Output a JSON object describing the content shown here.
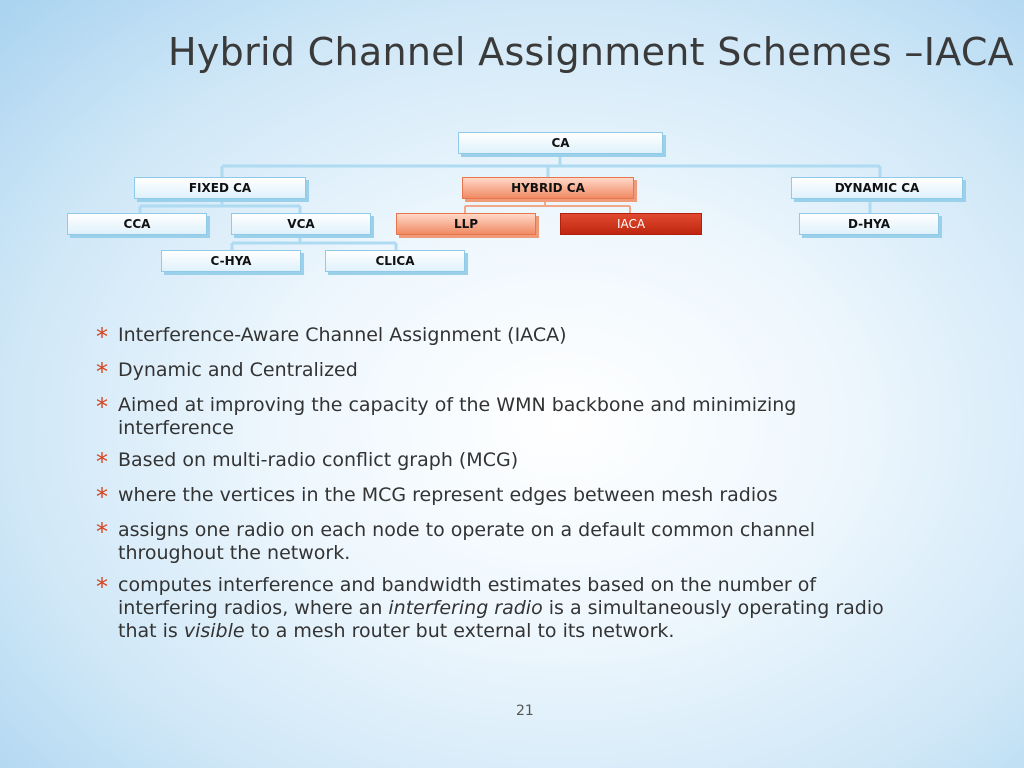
{
  "slide": {
    "title": "Hybrid Channel Assignment Schemes –IACA",
    "page_number": "21"
  },
  "tree": {
    "ca": "CA",
    "fixed_ca": "FIXED CA",
    "hybrid_ca": "HYBRID CA",
    "dynamic_ca": "DYNAMIC CA",
    "cca": "CCA",
    "vca": "VCA",
    "llp": "LLP",
    "iaca": "IACA",
    "d_hya": "D-HYA",
    "c_hya": "C-HYA",
    "clica": "CLICA"
  },
  "bullets": {
    "b1": "Interference-Aware Channel  Assignment (IACA)",
    "b2": "Dynamic and Centralized",
    "b3": "Aimed at improving the capacity of the WMN backbone and minimizing interference",
    "b4": "Based on  multi-radio conflict graph (MCG)",
    "b5": "where the vertices in the MCG represent edges between mesh radios",
    "b6": "assigns one radio on each node to operate on a default common channel throughout the network.",
    "b7": {
      "part1": "computes interference and bandwidth estimates based on the number of interfering radios, where an ",
      "em1": "interfering radio",
      "part2": " is a simultaneously operating radio that is ",
      "em2": "visible",
      "part3": " to a mesh router but external to its network."
    }
  },
  "colors": {
    "bullet_star": "#d5431f",
    "highlight_orange": "#f08a64",
    "highlight_red": "#c0260f",
    "node_border": "#8fcbe8"
  }
}
